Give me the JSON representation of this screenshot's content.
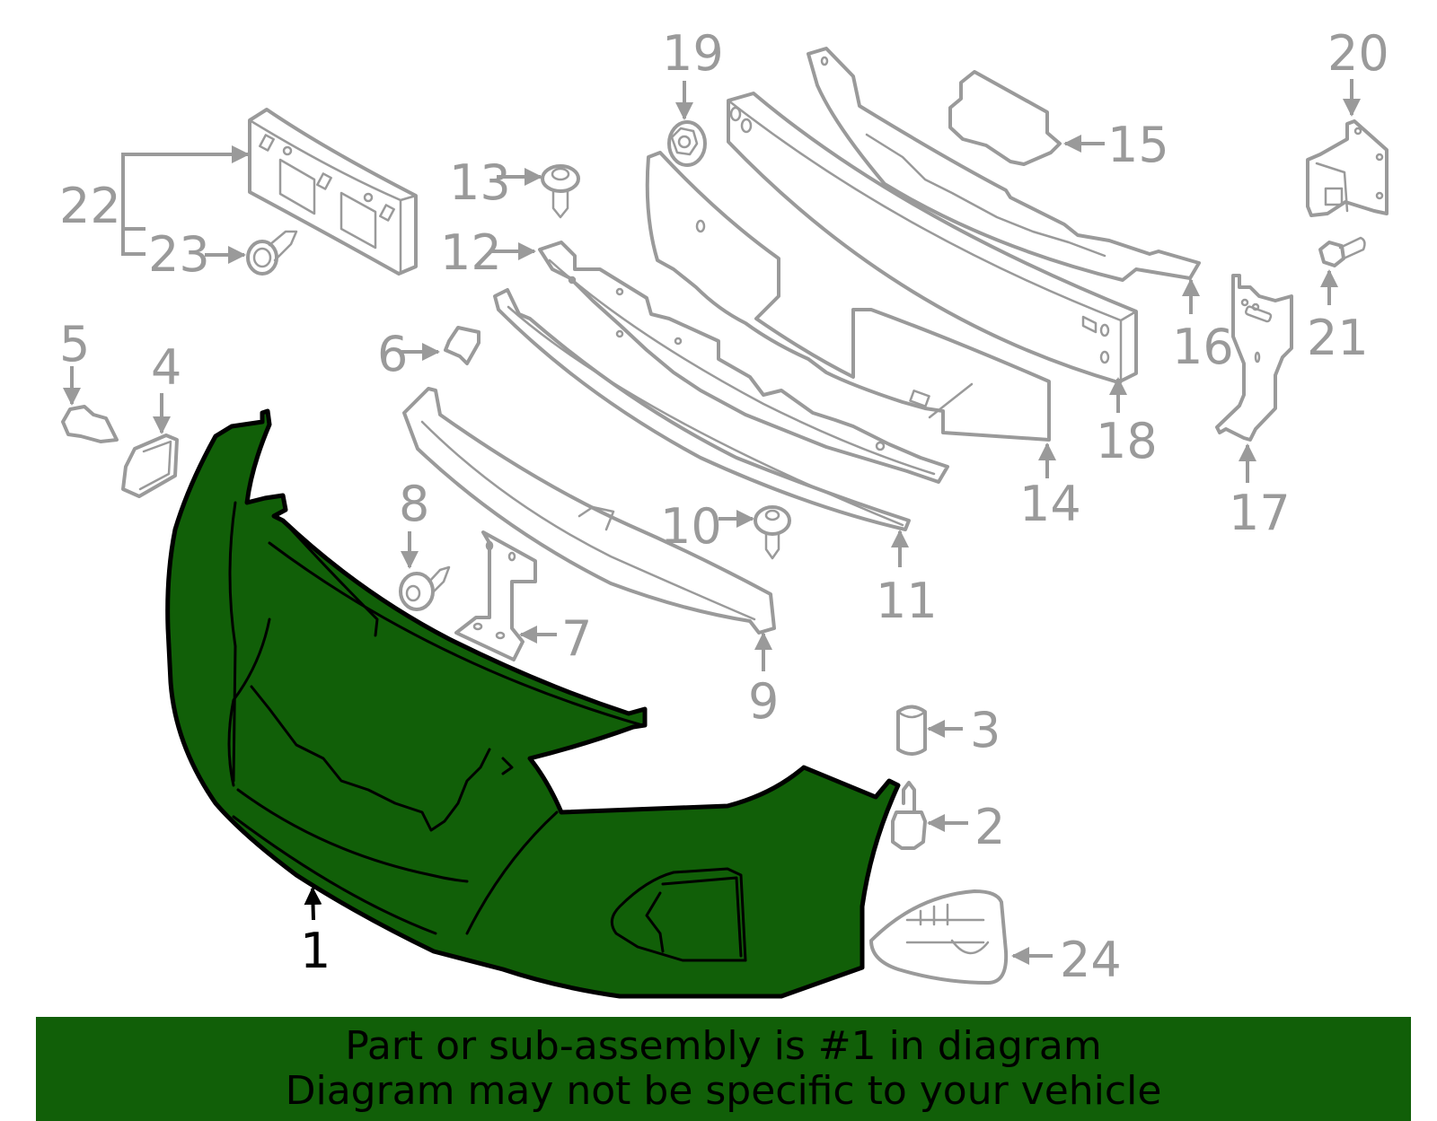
{
  "diagram": {
    "subject": "front-bumper-cover-exploded-view",
    "highlighted_part": "1",
    "colors": {
      "highlight_fill": "#115f08",
      "highlight_outline": "#000000",
      "part_line": "#9a9a9a",
      "background": "#ffffff",
      "banner_bg": "#115f08",
      "banner_text": "#000000"
    },
    "callouts": [
      {
        "id": "1",
        "label": "1"
      },
      {
        "id": "2",
        "label": "2"
      },
      {
        "id": "3",
        "label": "3"
      },
      {
        "id": "4",
        "label": "4"
      },
      {
        "id": "5",
        "label": "5"
      },
      {
        "id": "6",
        "label": "6"
      },
      {
        "id": "7",
        "label": "7"
      },
      {
        "id": "8",
        "label": "8"
      },
      {
        "id": "9",
        "label": "9"
      },
      {
        "id": "10",
        "label": "10"
      },
      {
        "id": "11",
        "label": "11"
      },
      {
        "id": "12",
        "label": "12"
      },
      {
        "id": "13",
        "label": "13"
      },
      {
        "id": "14",
        "label": "14"
      },
      {
        "id": "15",
        "label": "15"
      },
      {
        "id": "16",
        "label": "16"
      },
      {
        "id": "17",
        "label": "17"
      },
      {
        "id": "18",
        "label": "18"
      },
      {
        "id": "19",
        "label": "19"
      },
      {
        "id": "20",
        "label": "20"
      },
      {
        "id": "21",
        "label": "21"
      },
      {
        "id": "22",
        "label": "22"
      },
      {
        "id": "23",
        "label": "23"
      },
      {
        "id": "24",
        "label": "24"
      }
    ]
  },
  "banner": {
    "line1": "Part or sub-assembly is #1 in diagram",
    "line2": "Diagram may not be specific to your vehicle"
  }
}
